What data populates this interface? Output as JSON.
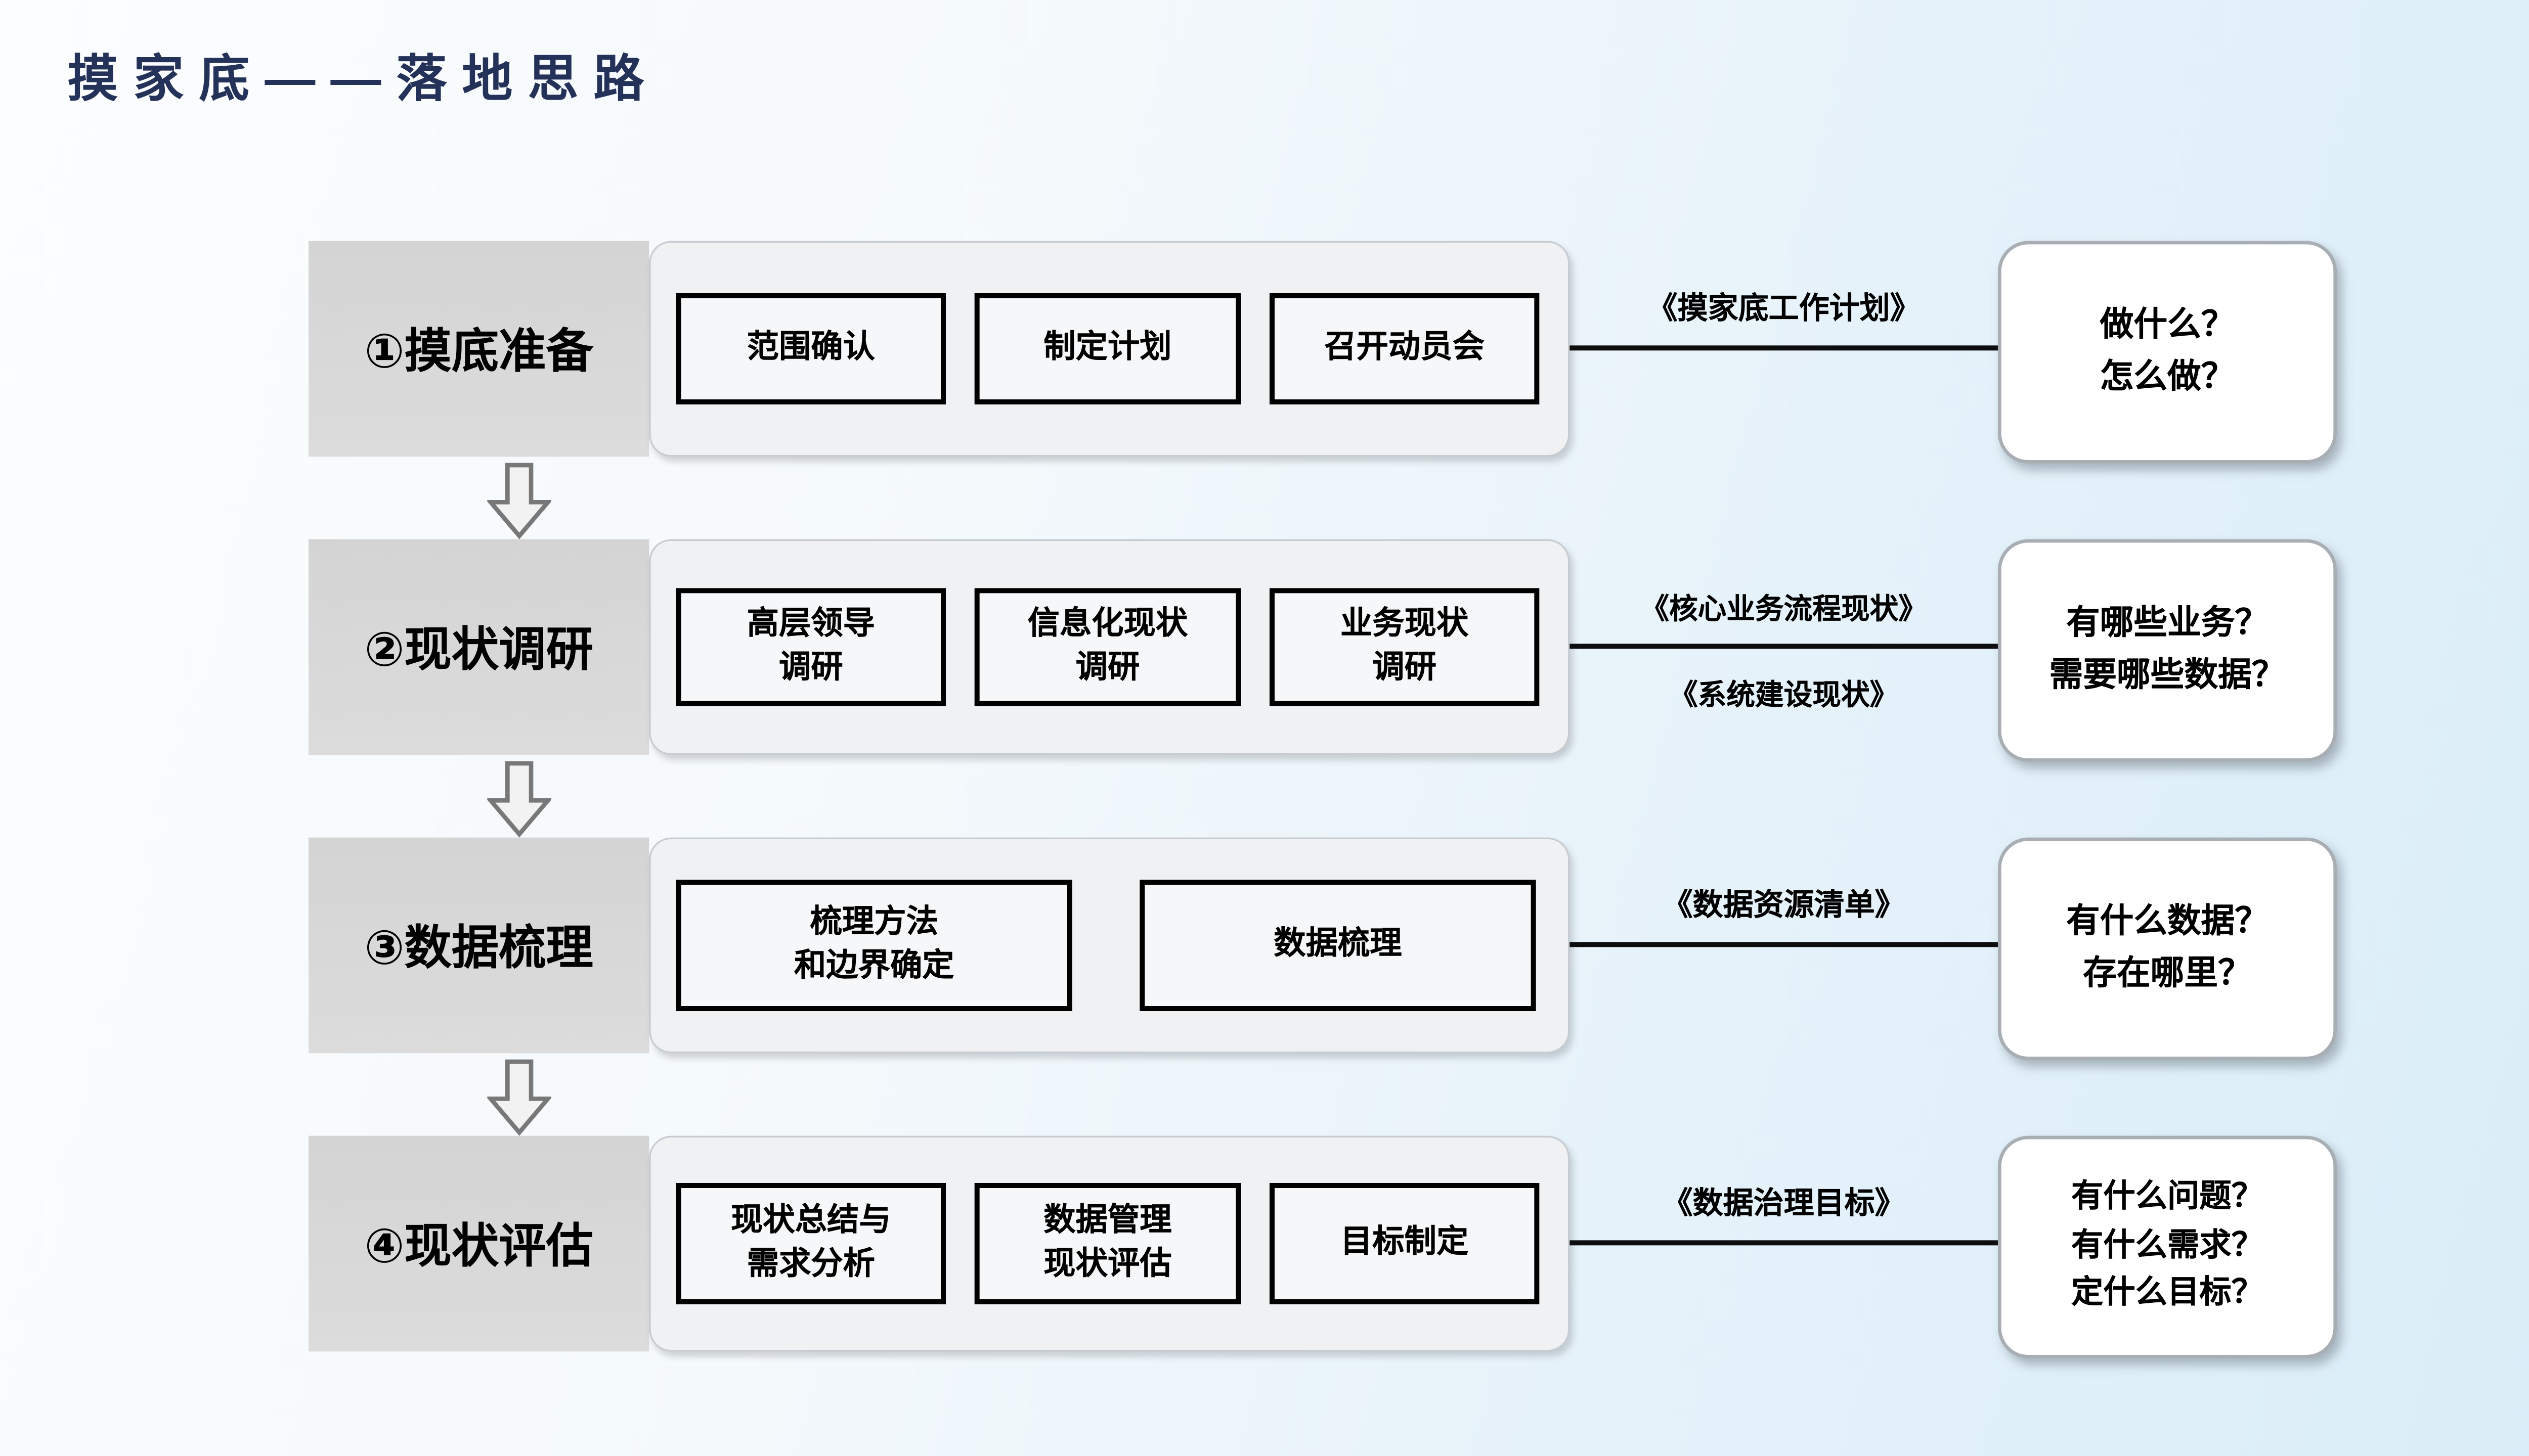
{
  "title": "摸家底——落地思路",
  "colors": {
    "background_start": "#fcfdfe",
    "background_end": "#d9edf8",
    "title_text": "#243158",
    "stage_box_bg": "#d6d6d6",
    "panel_bg": "#f0f1f2",
    "step_box_bg": "#f6f7f8",
    "step_box_border": "#000000",
    "connector_line": "#0d0d0d",
    "question_box_bg": "#ffffff",
    "arrow_fill": "#f2f2f2",
    "arrow_stroke": "#787878"
  },
  "icons": {
    "flow_arrow": "down-block-arrow"
  },
  "rows": [
    {
      "stage": "①摸底准备",
      "steps": [
        "范围确认",
        "制定计划",
        "召开动员会"
      ],
      "docs": [
        "《摸家底工作计划》"
      ],
      "questions": [
        "做什么？",
        "怎么做？"
      ]
    },
    {
      "stage": "②现状调研",
      "steps": [
        "高层领导\n调研",
        "信息化现状\n调研",
        "业务现状\n调研"
      ],
      "docs": [
        "《核心业务流程现状》",
        "《系统建设现状》"
      ],
      "questions": [
        "有哪些业务？",
        "需要哪些数据？"
      ]
    },
    {
      "stage": "③数据梳理",
      "steps": [
        "梳理方法\n和边界确定",
        "数据梳理"
      ],
      "docs": [
        "《数据资源清单》"
      ],
      "questions": [
        "有什么数据？",
        "存在哪里？"
      ]
    },
    {
      "stage": "④现状评估",
      "steps": [
        "现状总结与\n需求分析",
        "数据管理\n现状评估",
        "目标制定"
      ],
      "docs": [
        "《数据治理目标》"
      ],
      "questions": [
        "有什么问题？",
        "有什么需求？",
        "定什么目标？"
      ]
    }
  ]
}
